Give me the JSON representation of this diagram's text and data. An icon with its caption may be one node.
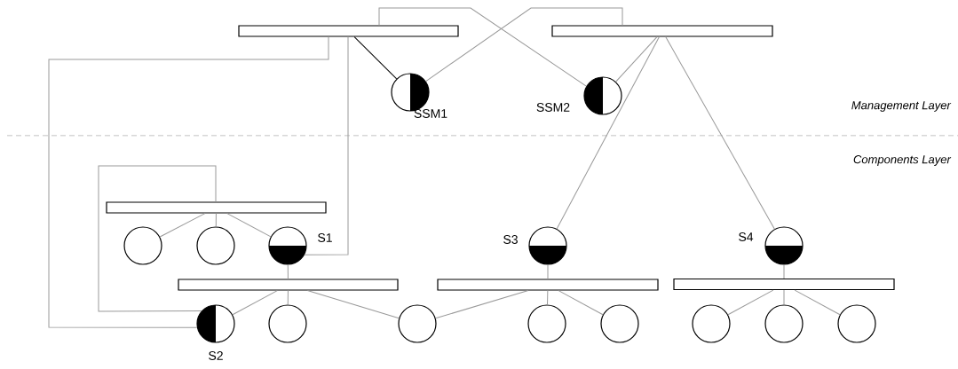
{
  "diagram": {
    "nodes": [
      {
        "text": [],
        "shape": "bar"
      },
      {
        "text": [],
        "shape": "bar"
      },
      {
        "text": [],
        "shape": "circle",
        "beside": [
          "SSM1"
        ]
      },
      {
        "text": [],
        "shape": "circle",
        "beside": [
          "SSM2"
        ]
      },
      {
        "text": [],
        "shape": "bar"
      },
      {
        "text": [],
        "shape": "circle"
      },
      {
        "text": [],
        "shape": "circle"
      },
      {
        "text": [],
        "shape": "circle",
        "beside": [
          "S1"
        ]
      },
      {
        "text": [],
        "shape": "circle",
        "beside": [
          "S3"
        ]
      },
      {
        "text": [],
        "shape": "circle",
        "beside": [
          "S4"
        ]
      },
      {
        "text": [],
        "shape": "bar"
      },
      {
        "text": [],
        "shape": "bar"
      },
      {
        "text": [],
        "shape": "bar"
      },
      {
        "text": [],
        "shape": "circle",
        "beside": [
          "S2"
        ]
      },
      {
        "text": [],
        "shape": "circle"
      },
      {
        "text": [],
        "shape": "circle"
      },
      {
        "text": [],
        "shape": "circle"
      },
      {
        "text": [],
        "shape": "circle"
      },
      {
        "text": [],
        "shape": "circle"
      },
      {
        "text": [],
        "shape": "circle"
      },
      {
        "text": [],
        "shape": "circle"
      }
    ],
    "edges": [
      {
        "from": 0,
        "to": 2,
        "arrow": "none",
        "color": "#000000"
      },
      {
        "from": 2,
        "to": 1,
        "arrow": "none"
      },
      {
        "from": 0,
        "to": 3,
        "arrow": "none"
      },
      {
        "from": 3,
        "to": 1,
        "arrow": "none"
      },
      {
        "from": 1,
        "to": 8,
        "arrow": "none"
      },
      {
        "from": 1,
        "to": 9,
        "arrow": "none"
      },
      {
        "from": 0,
        "to": 7,
        "arrow": "none"
      },
      {
        "from": 0,
        "to": 13,
        "arrow": "none"
      },
      {
        "from": 4,
        "to": 13,
        "arrow": "none"
      },
      {
        "from": 4,
        "to": 5,
        "arrow": "none"
      },
      {
        "from": 4,
        "to": 6,
        "arrow": "none"
      },
      {
        "from": 4,
        "to": 7,
        "arrow": "none"
      },
      {
        "from": 7,
        "to": 10,
        "arrow": "none"
      },
      {
        "from": 10,
        "to": 13,
        "arrow": "none"
      },
      {
        "from": 10,
        "to": 14,
        "arrow": "none"
      },
      {
        "from": 10,
        "to": 15,
        "arrow": "none"
      },
      {
        "from": 15,
        "to": 11,
        "arrow": "none"
      },
      {
        "from": 8,
        "to": 11,
        "arrow": "none"
      },
      {
        "from": 11,
        "to": 16,
        "arrow": "none"
      },
      {
        "from": 11,
        "to": 17,
        "arrow": "none"
      },
      {
        "from": 9,
        "to": 12,
        "arrow": "none"
      },
      {
        "from": 12,
        "to": 18,
        "arrow": "none"
      },
      {
        "from": 12,
        "to": 19,
        "arrow": "none"
      },
      {
        "from": 12,
        "to": 20,
        "arrow": "none"
      }
    ],
    "labels": [
      "Management Layer",
      "Components Layer"
    ]
  }
}
